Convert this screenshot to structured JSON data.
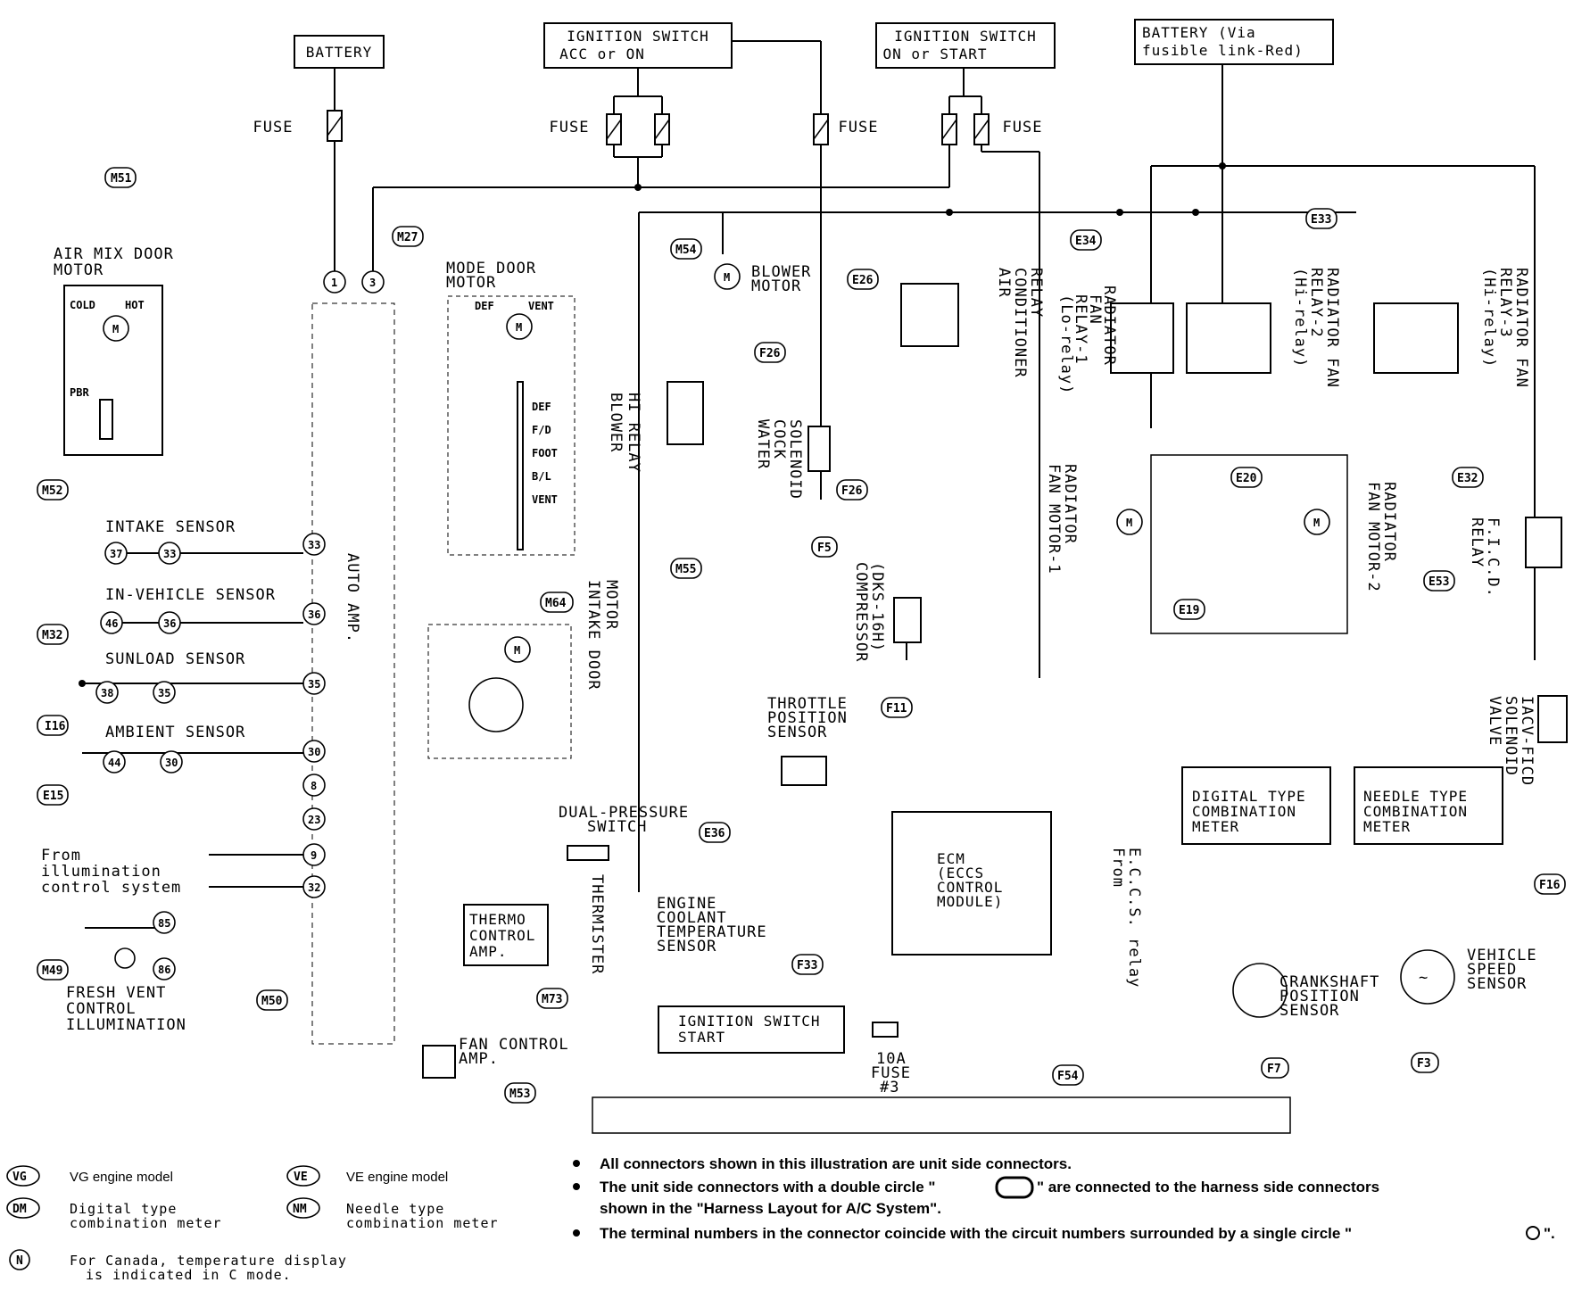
{
  "sources": {
    "battery": "BATTERY",
    "ign_acc_l1": "IGNITION SWITCH",
    "ign_acc_l2": "ACC or ON",
    "ign_start_l1": "IGNITION SWITCH",
    "ign_start_l2": "ON or START",
    "batt_link_l1": "BATTERY (Via",
    "batt_link_l2": "fusible link-Red)",
    "fuse": "FUSE"
  },
  "left": {
    "air_mix_l1": "AIR MIX DOOR",
    "air_mix_l2": "MOTOR",
    "cold": "COLD",
    "hot": "HOT",
    "pbr": "PBR",
    "intake_sensor": "INTAKE SENSOR",
    "in_vehicle_sensor": "IN-VEHICLE SENSOR",
    "sunload_sensor": "SUNLOAD SENSOR",
    "ambient_sensor": "AMBIENT SENSOR",
    "from_illum_l1": "From",
    "from_illum_l2": "illumination",
    "from_illum_l3": "control system",
    "fresh_vent_l1": "FRESH VENT",
    "fresh_vent_l2": "CONTROL",
    "fresh_vent_l3": "ILLUMINATION",
    "auto_amp": "AUTO AMP."
  },
  "middle": {
    "mode_door_l1": "MODE DOOR",
    "mode_door_l2": "MOTOR",
    "def": "DEF",
    "vent": "VENT",
    "pos_def": "DEF",
    "pos_fd": "F/D",
    "pos_foot": "FOOT",
    "pos_bl": "B/L",
    "pos_vent": "VENT",
    "intake_door_l1": "INTAKE DOOR",
    "intake_door_l2": "MOTOR",
    "blower_motor_l1": "BLOWER",
    "blower_motor_l2": "MOTOR",
    "blower_relay_l1": "BLOWER",
    "blower_relay_l2": "HI RELAY",
    "water_cock_l1": "WATER",
    "water_cock_l2": "COCK",
    "water_cock_l3": "SOLENOID",
    "ac_relay_l1": "AIR",
    "ac_relay_l2": "CONDITIONER",
    "ac_relay_l3": "RELAY",
    "compressor_l1": "COMPRESSOR",
    "compressor_l2": "(DKS-16H)",
    "dual_pressure_l1": "DUAL-PRESSURE",
    "dual_pressure_l2": "SWITCH",
    "thermo_l1": "THERMO",
    "thermo_l2": "CONTROL",
    "thermo_l3": "AMP.",
    "thermister": "THERMISTER",
    "fan_control_l1": "FAN CONTROL",
    "fan_control_l2": "AMP.",
    "throttle_l1": "THROTTLE",
    "throttle_l2": "POSITION",
    "throttle_l3": "SENSOR",
    "coolant_l1": "ENGINE",
    "coolant_l2": "COOLANT",
    "coolant_l3": "TEMPERATURE",
    "coolant_l4": "SENSOR",
    "ecm_l1": "ECM",
    "ecm_l2": "(ECCS",
    "ecm_l3": "CONTROL",
    "ecm_l4": "MODULE)",
    "ign_start_box_l1": "IGNITION SWITCH",
    "ign_start_box_l2": "START",
    "fuse10_l1": "10A",
    "fuse10_l2": "FUSE",
    "fuse10_l3": "#3"
  },
  "right": {
    "rad_relay1_l1": "RADIATOR",
    "rad_relay1_l2": "FAN",
    "rad_relay1_l3": "RELAY-1",
    "rad_relay1_l4": "(Lo-relay)",
    "rad_relay2_l1": "RADIATOR FAN",
    "rad_relay2_l2": "RELAY-2",
    "rad_relay2_l3": "(Hi-relay)",
    "rad_relay3_l1": "RADIATOR FAN",
    "rad_relay3_l2": "RELAY-3",
    "rad_relay3_l3": "(Hi-relay)",
    "fan_motor1_l1": "RADIATOR",
    "fan_motor1_l2": "FAN MOTOR-1",
    "fan_motor2_l1": "RADIATOR",
    "fan_motor2_l2": "FAN MOTOR-2",
    "ficd_l1": "F.I.C.D.",
    "ficd_l2": "RELAY",
    "iacv_l1": "IACV-FICD",
    "iacv_l2": "SOLENOID",
    "iacv_l3": "VALVE",
    "digital_l1": "DIGITAL TYPE",
    "digital_l2": "COMBINATION",
    "digital_l3": "METER",
    "needle_l1": "NEEDLE TYPE",
    "needle_l2": "COMBINATION",
    "needle_l3": "METER",
    "from_eccs_l1": "From",
    "from_eccs_l2": "E.C.C.S. relay",
    "crank_l1": "CRANKSHAFT",
    "crank_l2": "POSITION",
    "crank_l3": "SENSOR",
    "vss_l1": "VEHICLE",
    "vss_l2": "SPEED",
    "vss_l3": "SENSOR"
  },
  "connectors": {
    "m51": "M51",
    "m27": "M27",
    "m54": "M54",
    "m52": "M52",
    "m32": "M32",
    "i16": "I16",
    "e15": "E15",
    "m49": "M49",
    "m50": "M50",
    "m64": "M64",
    "m55": "M55",
    "m73": "M73",
    "m53": "M53",
    "e26": "E26",
    "e34": "E34",
    "e33": "E33",
    "e32": "E32",
    "e20": "E20",
    "e19": "E19",
    "e53": "E53",
    "e36": "E36",
    "f26_1": "F26",
    "f26_2": "F26",
    "f5": "F5",
    "f11": "F11",
    "f33": "F33",
    "f54": "F54",
    "f7": "F7",
    "f3": "F3",
    "f16": "F16",
    "ve": "VE",
    "vg": "VG",
    "dm": "DM",
    "nm": "NM",
    "n": "N"
  },
  "legend": {
    "vg_desc": "VG engine model",
    "ve_desc": "VE engine model",
    "dm_desc_l1": "Digital type",
    "dm_desc_l2": "combination meter",
    "nm_desc_l1": "Needle type",
    "nm_desc_l2": "combination meter",
    "n_desc_l1": "For Canada, temperature display",
    "n_desc_l2": "is indicated in C mode."
  },
  "notes": {
    "n1": "All connectors shown in this illustration are unit side connectors.",
    "n2a": "The unit side connectors with a double circle \"",
    "n2b": "\" are connected to the harness side connectors",
    "n2c": "shown in the \"Harness Layout for A/C System\".",
    "n3": "The terminal numbers in the connector coincide with the circuit numbers surrounded by a single circle \"",
    "n3b": "\"."
  }
}
